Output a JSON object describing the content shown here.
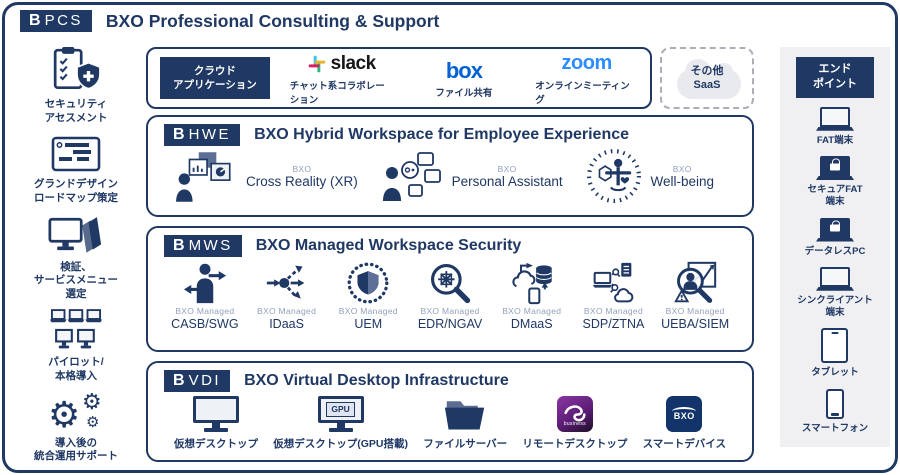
{
  "header": {
    "logo_b": "B",
    "logo_text": "PCS",
    "title": "BXO Professional Consulting & Support"
  },
  "consulting_steps": {
    "items": [
      {
        "label": "セキュリティ\nアセスメント",
        "icon": "clipboard-shield-icon"
      },
      {
        "label": "グランドデザイン\nロードマップ策定",
        "icon": "roadmap-icon"
      },
      {
        "label": "検証、\nサービスメニュー\n選定",
        "icon": "verification-icon"
      },
      {
        "label": "パイロット/\n本格導入",
        "icon": "pilot-devices-icon"
      },
      {
        "label": "導入後の\n統合運用サポート",
        "icon": "gears-icon",
        "gear_glyph": "⚙"
      }
    ]
  },
  "cloud_apps": {
    "badge": "クラウド\nアプリケーション",
    "services": [
      {
        "name": "slack",
        "caption": "チャット系コラボレーション"
      },
      {
        "name": "box",
        "caption": "ファイル共有"
      },
      {
        "name": "zoom",
        "caption": "オンラインミーティング"
      }
    ],
    "other_saas": "その他\nSaaS"
  },
  "hwe": {
    "logo_b": "B",
    "logo_text": "HWE",
    "title": "BXO Hybrid Workspace for Employee Experience",
    "items": [
      {
        "sup": "BXO",
        "name": "Cross Reality (XR)"
      },
      {
        "sup": "BXO",
        "name": "Personal Assistant"
      },
      {
        "sup": "BXO",
        "name": "Well-being"
      }
    ]
  },
  "mws": {
    "logo_b": "B",
    "logo_text": "MWS",
    "title": "BXO Managed Workspace Security",
    "items": [
      {
        "sup": "BXO Managed",
        "name": "CASB/SWG"
      },
      {
        "sup": "BXO Managed",
        "name": "IDaaS"
      },
      {
        "sup": "BXO Managed",
        "name": "UEM"
      },
      {
        "sup": "BXO Managed",
        "name": "EDR/NGAV"
      },
      {
        "sup": "BXO Managed",
        "name": "DMaaS"
      },
      {
        "sup": "BXO Managed",
        "name": "SDP/ZTNA"
      },
      {
        "sup": "BXO Managed",
        "name": "UEBA/SIEM"
      }
    ]
  },
  "vdi": {
    "logo_b": "B",
    "logo_text": "VDI",
    "title": "BXO Virtual Desktop Infrastructure",
    "gpu_label": "GPU",
    "splashtop_label": "business",
    "bxo_app_label": "BXO",
    "items": [
      {
        "name": "仮想デスクトップ"
      },
      {
        "name": "仮想デスクトップ(GPU搭載)"
      },
      {
        "name": "ファイルサーバー"
      },
      {
        "name": "リモートデスクトップ"
      },
      {
        "name": "スマートデバイス"
      }
    ]
  },
  "endpoints": {
    "header": "エンド\nポイント",
    "items": [
      {
        "label": "FAT端末",
        "icon": "laptop-icon"
      },
      {
        "label": "セキュアFAT\n端末",
        "icon": "laptop-lock-icon"
      },
      {
        "label": "データレスPC",
        "icon": "laptop-lock-icon"
      },
      {
        "label": "シンクライアント\n端末",
        "icon": "laptop-icon"
      },
      {
        "label": "タブレット",
        "icon": "tablet-icon"
      },
      {
        "label": "スマートフォン",
        "icon": "smartphone-icon"
      }
    ]
  },
  "colors": {
    "navy": "#1f3864",
    "box_blue": "#0061d5",
    "zoom_blue": "#2d8cff",
    "slack_blue": "#36c5f0",
    "slack_green": "#2eb67d",
    "slack_yellow": "#ecb22e",
    "slack_red": "#e01e5a",
    "splashtop_purple": "#6e2d91",
    "panel_gray": "#f0f0f2"
  }
}
